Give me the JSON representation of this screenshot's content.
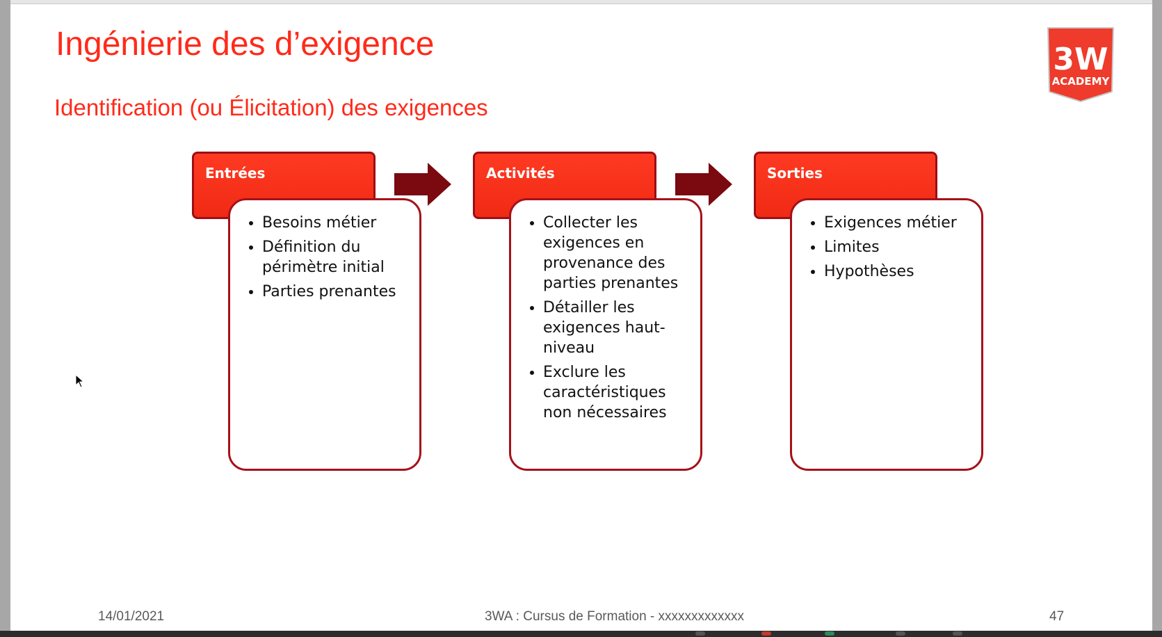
{
  "slide": {
    "title": "Ingénierie des d’exigence",
    "subtitle": "Identification (ou Élicitation) des exigences",
    "logo": {
      "main": "3W",
      "sub": "ACADEMY",
      "color": "#ee3b2b",
      "icon": "shield-logo"
    }
  },
  "stages": [
    {
      "label": "Entrées",
      "items": [
        "Besoins métier",
        "Définition du périmètre initial",
        "Parties prenantes"
      ]
    },
    {
      "label": "Activités",
      "items": [
        "Collecter les exigences en provenance  des parties prenantes",
        "Détailler les exigences haut-niveau",
        "Exclure les caractéristiques non nécessaires"
      ]
    },
    {
      "label": "Sorties",
      "items": [
        "Exigences métier",
        "Limites",
        "Hypothèses"
      ]
    }
  ],
  "colors": {
    "title": "#ff2a1a",
    "stage_head": "#ff3a22",
    "stage_border": "#a5111a",
    "arrow": "#7a0a10",
    "footer_text": "#595959"
  },
  "footer": {
    "date": "14/01/2021",
    "center": "3WA : Cursus de Formation - xxxxxxxxxxxxx",
    "page": "47"
  }
}
